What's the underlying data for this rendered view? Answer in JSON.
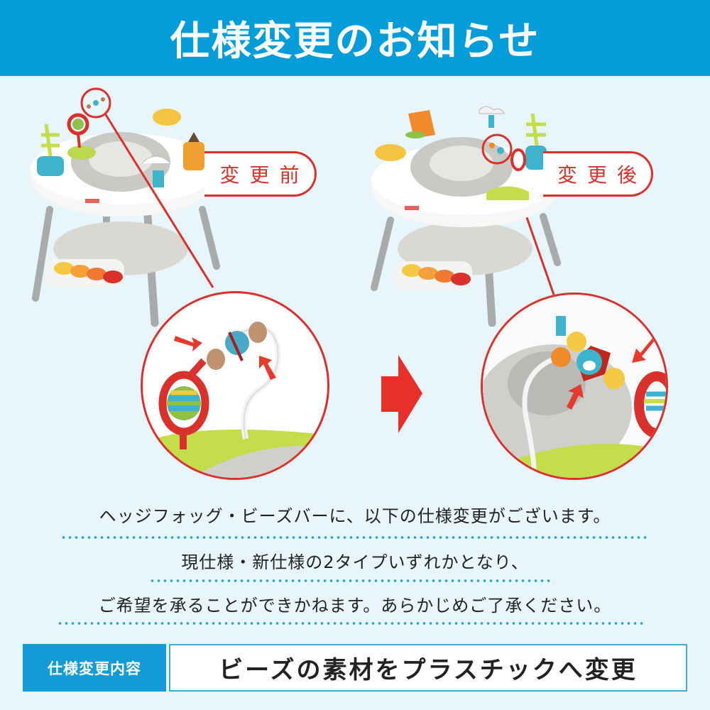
{
  "header": {
    "title": "仕様変更のお知らせ"
  },
  "comparison": {
    "before": {
      "label": "変更前",
      "arrow_color": "#e53a2d"
    },
    "after": {
      "label": "変更後"
    },
    "transition_arrow": "right-arrow-icon"
  },
  "notice": {
    "lines": [
      "ヘッジフォッグ・ビーズバーに、以下の仕様変更がございます。",
      "現仕様・新仕様の2タイプいずれかとなり、",
      "ご希望を承ることができかねます。あらかじめご了承ください。"
    ]
  },
  "spec": {
    "label": "仕様変更内容",
    "value": "ビーズの素材をプラスチックへ変更"
  },
  "colors": {
    "header_bg": "#049dd9",
    "accent_red": "#d9312c",
    "dot_blue": "#1aa3d3",
    "page_bg": "#e8f5fb"
  }
}
